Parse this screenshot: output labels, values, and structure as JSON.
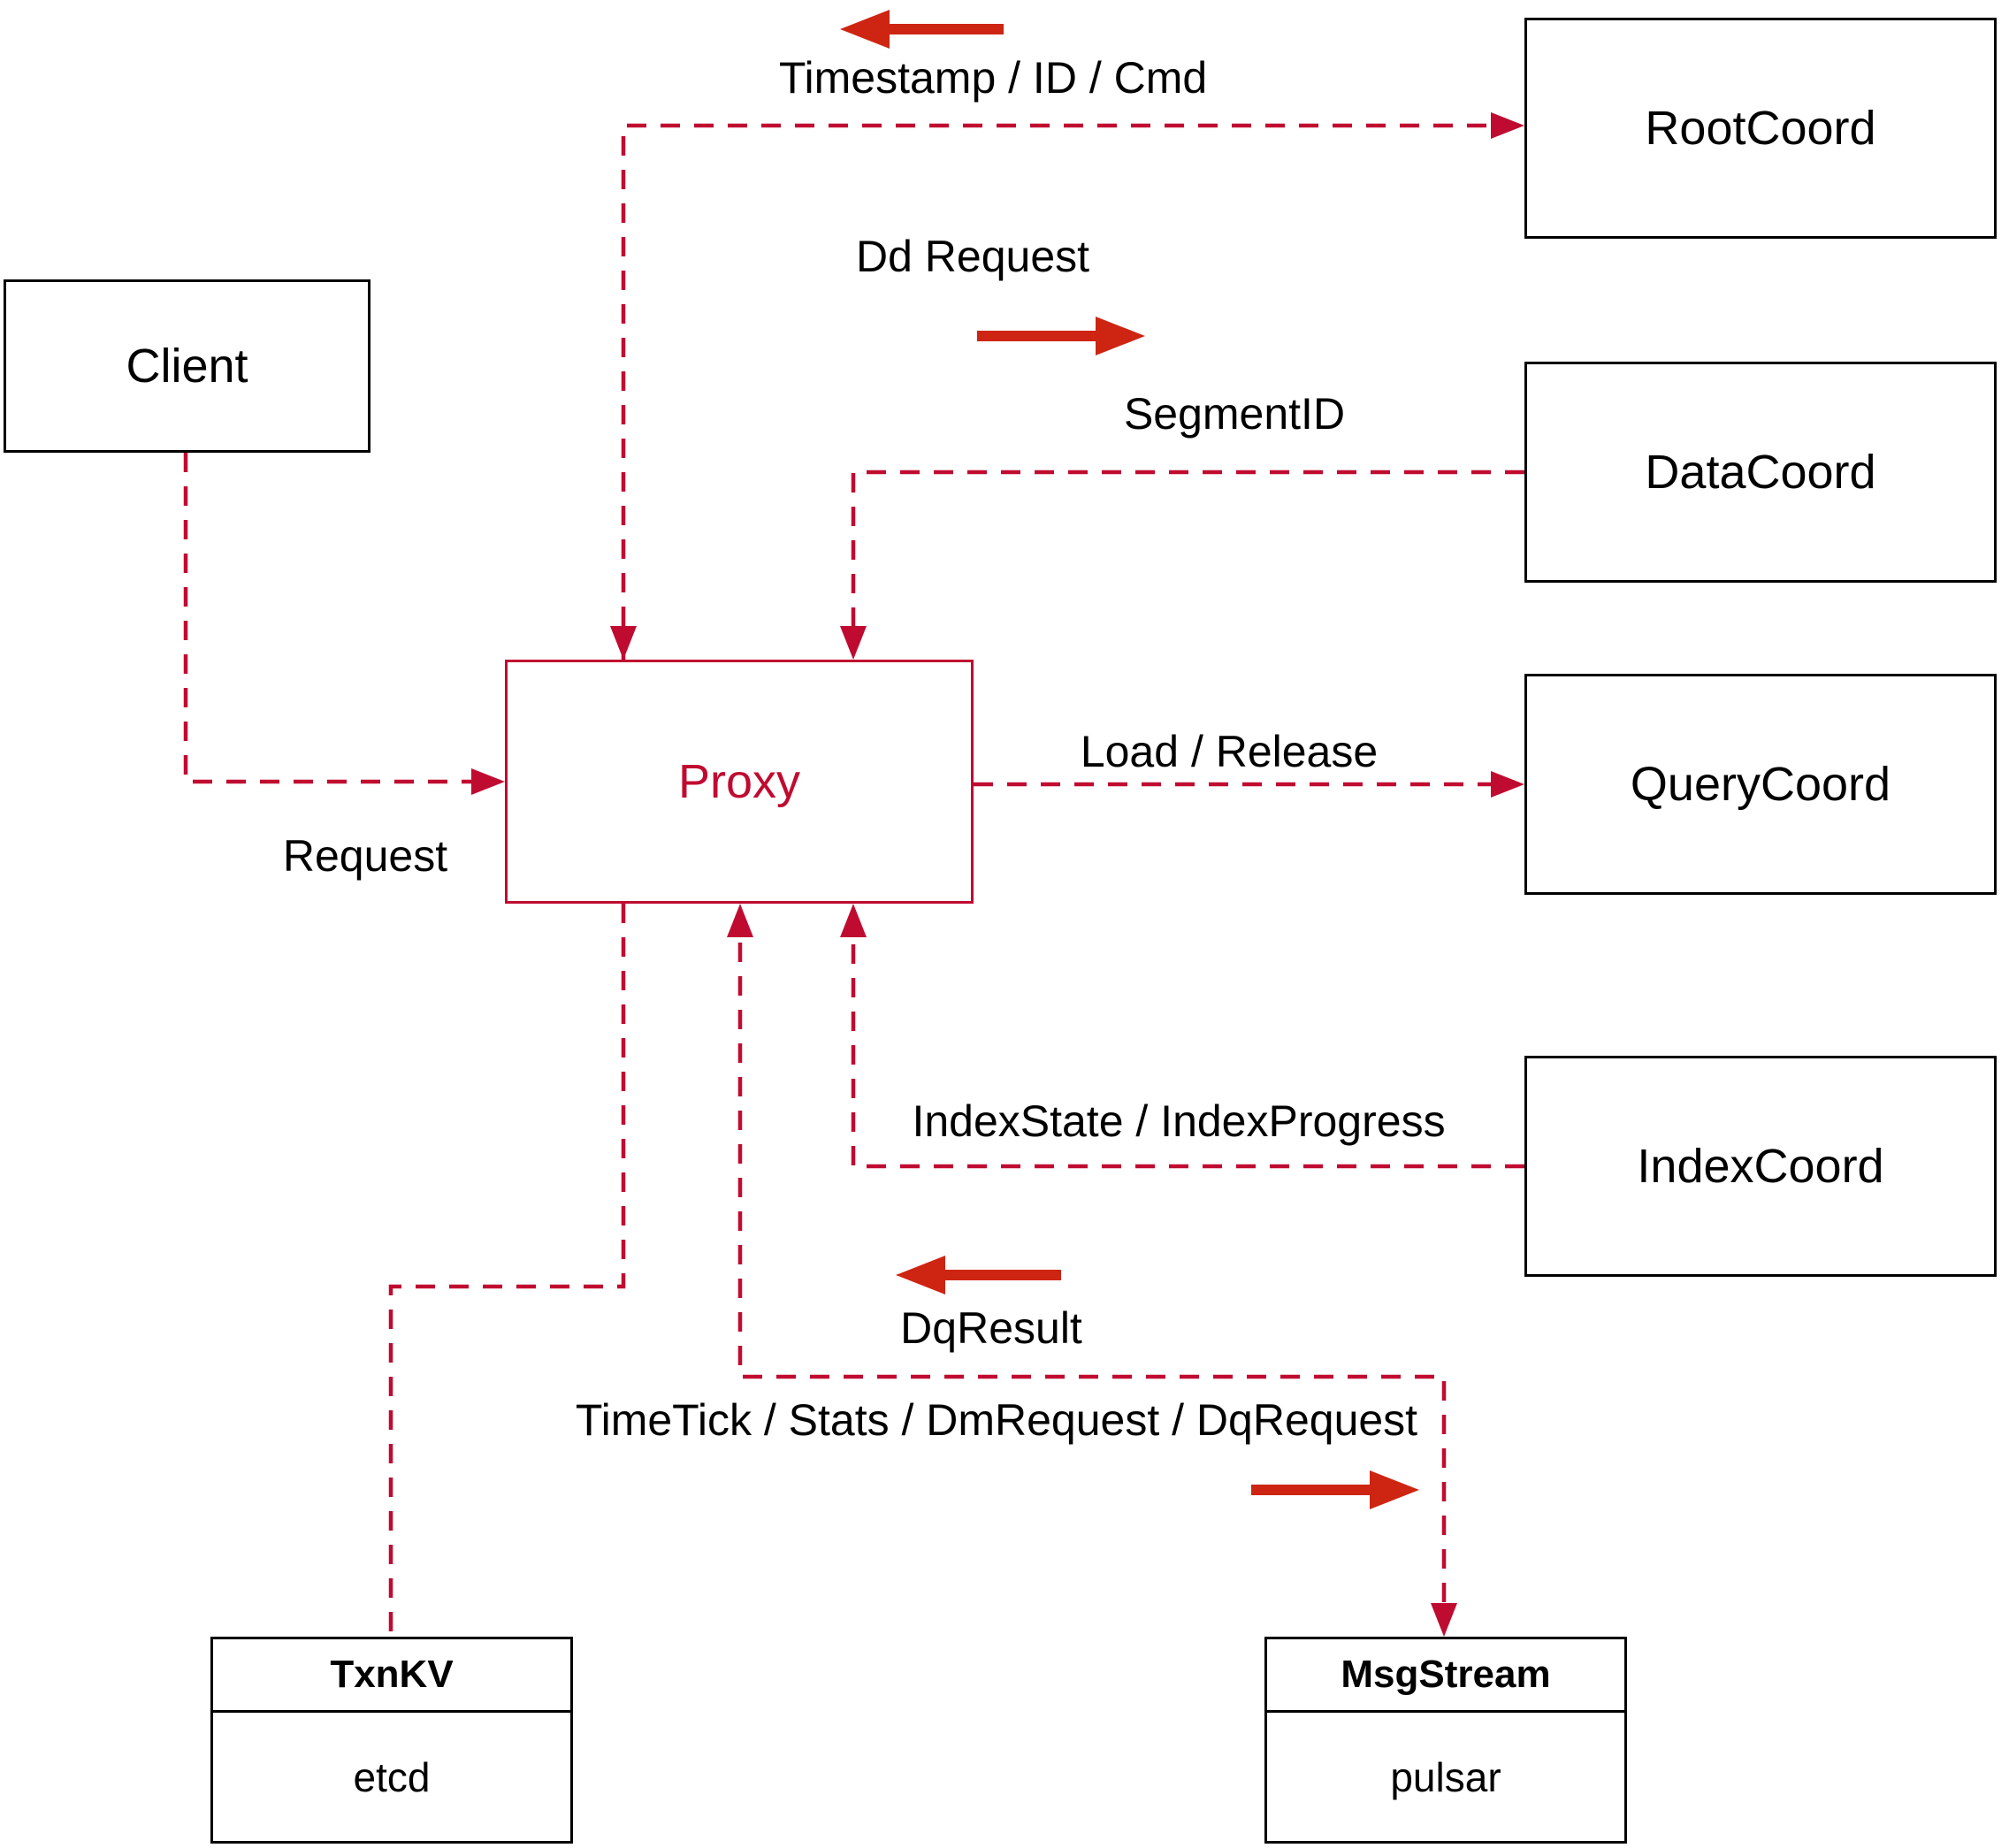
{
  "diagram": {
    "colors": {
      "background": "#ffffff",
      "connector_red": "#c00b31",
      "solid_arrow_red": "#cd2512",
      "box_border": "#000000",
      "text": "#000000",
      "proxy_red": "#c00b31"
    },
    "nodes": {
      "client": {
        "label": "Client"
      },
      "proxy": {
        "label": "Proxy"
      },
      "rootcoord": {
        "label": "RootCoord"
      },
      "datacoord": {
        "label": "DataCoord"
      },
      "querycoord": {
        "label": "QueryCoord"
      },
      "indexcoord": {
        "label": "IndexCoord"
      },
      "txnkv": {
        "title": "TxnKV",
        "subtitle": "etcd"
      },
      "msgstream": {
        "title": "MsgStream",
        "subtitle": "pulsar"
      }
    },
    "edge_labels": {
      "timestamp": "Timestamp / ID / Cmd",
      "dd_request": "Dd Request",
      "segment_id": "SegmentID",
      "request": "Request",
      "load_release": "Load / Release",
      "index_state": "IndexState / IndexProgress",
      "dq_result": "DqResult",
      "timetick": "TimeTick / Stats / DmRequest / DqRequest"
    }
  }
}
